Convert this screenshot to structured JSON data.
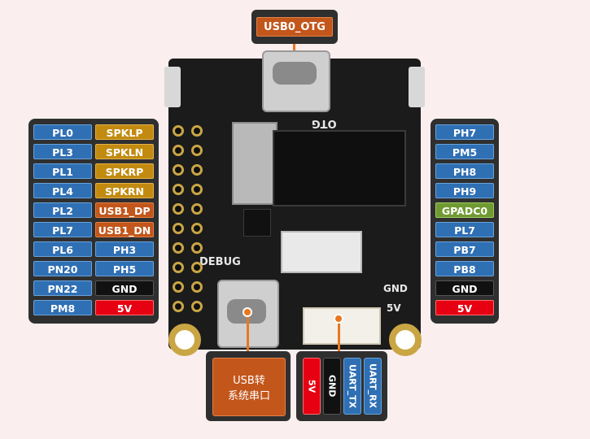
{
  "top_label": "USB0_OTG",
  "left_pins": {
    "col1": [
      "PL0",
      "PL3",
      "PL1",
      "PL4",
      "PL2",
      "PL7",
      "PL6",
      "PN20",
      "PN22",
      "PM8"
    ],
    "col2": [
      "SPKLP",
      "SPKLN",
      "SPKRP",
      "SPKRN",
      "USB1_DP",
      "USB1_DN",
      "PH3",
      "PH5",
      "GND",
      "5V"
    ]
  },
  "right_pins": [
    "PH7",
    "PM5",
    "PH8",
    "PH9",
    "GPADC0",
    "PL7",
    "PB7",
    "PB8",
    "GND",
    "5V"
  ],
  "bottom_usb_label_line1": "USB转",
  "bottom_usb_label_line2": "系统串口",
  "uart_pins": [
    "5V",
    "GND",
    "UART_TX",
    "UART_RX"
  ],
  "silkscreen": {
    "otg": "OTG",
    "debug": "DEBUG",
    "gnd": "GND",
    "v5": "5V"
  },
  "colors": {
    "gpio": "#2f6fb4",
    "audio": "#c28b10",
    "usb": "#c3561b",
    "adc": "#6f9a32",
    "ground": "#111111",
    "power": "#e60012",
    "callout": "#e87722"
  }
}
